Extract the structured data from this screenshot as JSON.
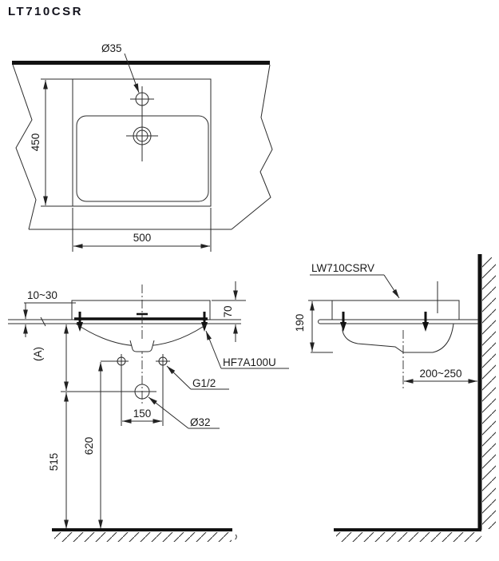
{
  "title": "LT710CSR",
  "top_view": {
    "faucet_hole_label": "Ø35",
    "height_dim": "450",
    "width_dim": "500"
  },
  "front_view": {
    "counter_thickness_dim": "10~30",
    "rim_height_dim": "70",
    "dim_a_label": "(A)",
    "fixing_bracket_label": "HF7A100U",
    "supply_thread_label": "G1/2",
    "faucet_hole_spacing_dim": "150",
    "drain_dia_label": "Ø32",
    "drain_height_dim": "515",
    "supply_height_dim": "620"
  },
  "side_view": {
    "basin_model_label": "LW710CSRV",
    "basin_depth_dim": "190",
    "drain_to_wall_dim": "200~250"
  },
  "colors": {
    "line": "#2b2b2b",
    "text": "#1a1a1a",
    "title": "#12121c"
  }
}
